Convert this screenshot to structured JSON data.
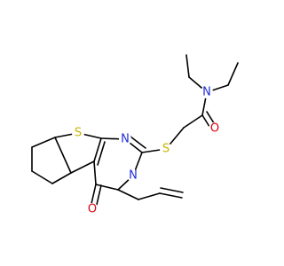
{
  "molecule": {
    "atoms": {
      "thiophene_s": {
        "label": "S",
        "color": "#C8B400"
      },
      "ring_n_top": {
        "label": "N",
        "color": "#1F2BD6"
      },
      "ring_n_bottom": {
        "label": "N",
        "color": "#1F2BD6"
      },
      "thioether_s": {
        "label": "S",
        "color": "#C8B400"
      },
      "amide_n": {
        "label": "N",
        "color": "#1F2BD6"
      },
      "amide_o": {
        "label": "O",
        "color": "#E0000B"
      },
      "carbonyl_o": {
        "label": "O",
        "color": "#E0000B"
      }
    }
  }
}
